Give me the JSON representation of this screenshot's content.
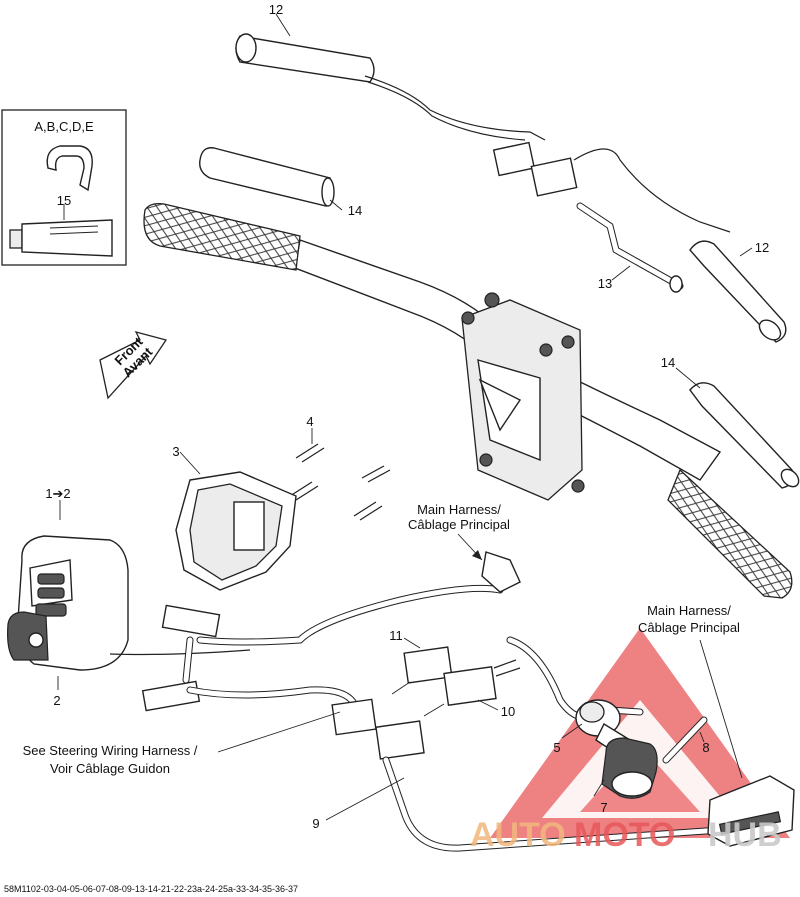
{
  "callouts": [
    {
      "id": "c12a",
      "text": "12"
    },
    {
      "id": "c14a",
      "text": "14"
    },
    {
      "id": "c12b",
      "text": "12"
    },
    {
      "id": "c13",
      "text": "13"
    },
    {
      "id": "c14b",
      "text": "14"
    },
    {
      "id": "c15",
      "text": "15"
    },
    {
      "id": "c4",
      "text": "4"
    },
    {
      "id": "c3",
      "text": "3"
    },
    {
      "id": "c1to2",
      "text": "1➔2"
    },
    {
      "id": "c2",
      "text": "2"
    },
    {
      "id": "c11",
      "text": "11"
    },
    {
      "id": "c10",
      "text": "10"
    },
    {
      "id": "c5",
      "text": "5"
    },
    {
      "id": "c8",
      "text": "8"
    },
    {
      "id": "c7",
      "text": "7"
    },
    {
      "id": "c9",
      "text": "9"
    }
  ],
  "inset": {
    "label": "A,B,C,D,E"
  },
  "front_arrow": {
    "line1": "Front",
    "line2": "Avant"
  },
  "notes": {
    "main_harness_1": {
      "line1": "Main Harness/",
      "line2": "Câblage Principal"
    },
    "main_harness_2": {
      "line1": "Main Harness/",
      "line2": "Câblage Principal"
    },
    "steering_harness": {
      "line1": "See Steering Wiring Harness /",
      "line2": "Voir Câblage Guidon"
    }
  },
  "footer": {
    "code": "58M1102-03-04-05-06-07-08-09-13-14-21-22-23a-24-25a-33-34-35-36-37"
  },
  "watermark": {
    "part1": "AUTO",
    "part2": "MOTO",
    "part3": "HUB",
    "color_primary": "#e8585a",
    "color_secondary": "#f1b77b",
    "color_tertiary": "#c9c9c9"
  }
}
